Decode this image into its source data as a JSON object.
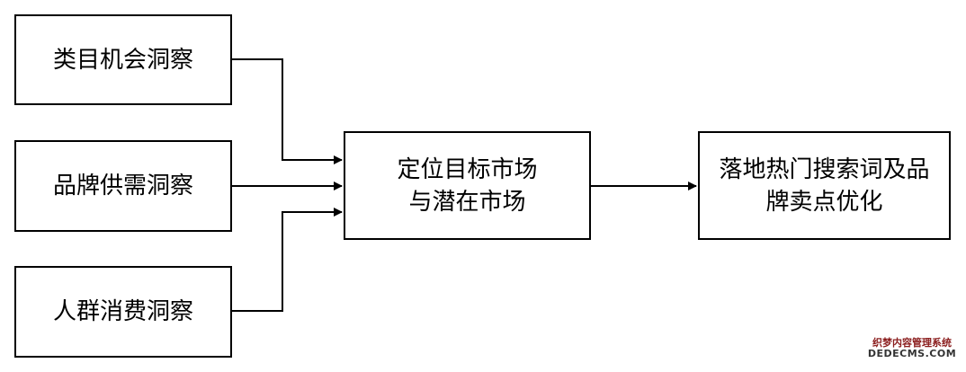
{
  "nodes": {
    "category": {
      "label": "类目机会洞察"
    },
    "brand": {
      "label": "品牌供需洞察"
    },
    "crowd": {
      "label": "人群消费洞察"
    },
    "target": {
      "line1": "定位目标市场",
      "line2": "与潜在市场"
    },
    "landing": {
      "line1": "落地热门搜索词及品",
      "line2": "牌卖点优化"
    }
  },
  "edges": [
    {
      "from": "category",
      "to": "target"
    },
    {
      "from": "brand",
      "to": "target"
    },
    {
      "from": "crowd",
      "to": "target"
    },
    {
      "from": "target",
      "to": "landing"
    }
  ],
  "watermark": {
    "line1": "织梦内容管理系统",
    "line2": "DEDECMS.COM"
  },
  "colors": {
    "stroke": "#000000",
    "background": "#ffffff"
  }
}
